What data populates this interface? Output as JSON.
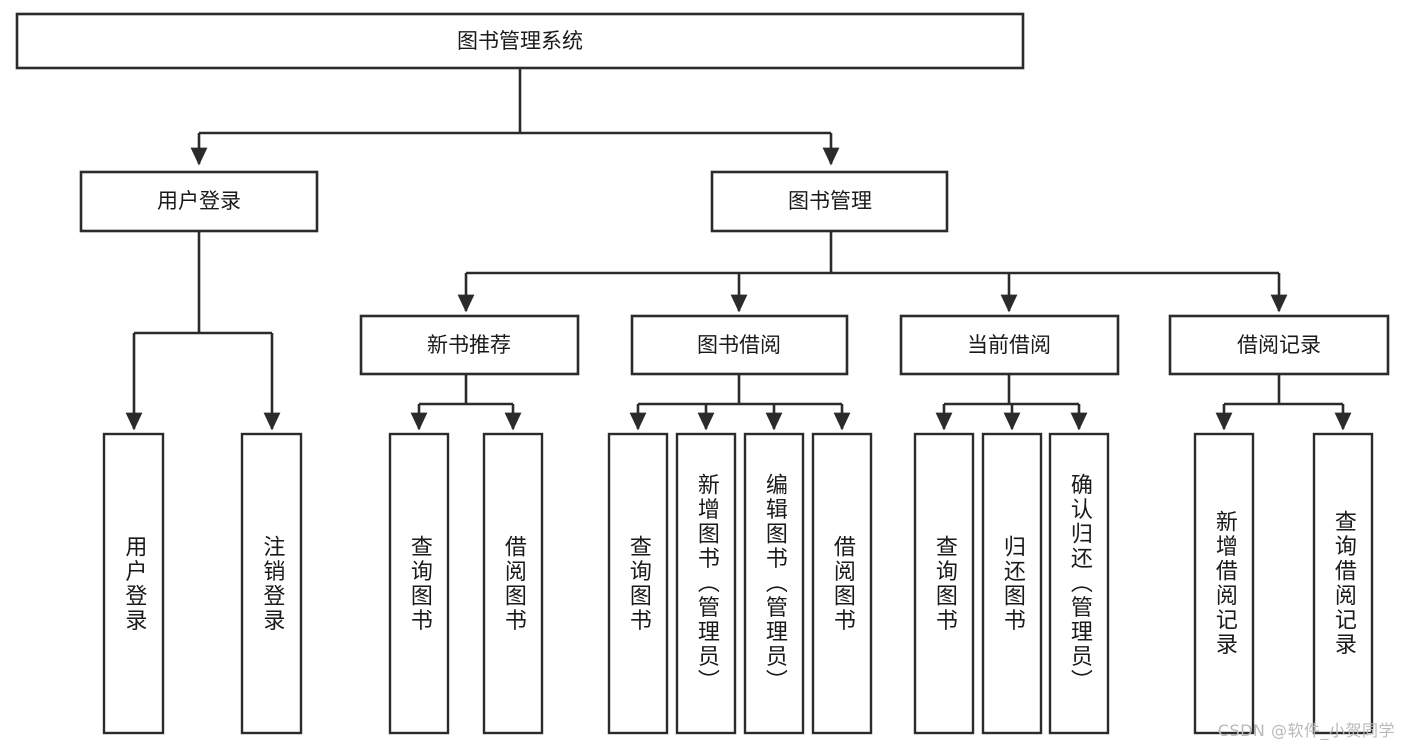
{
  "diagram": {
    "type": "tree-hierarchy",
    "title": "图书管理系统",
    "orientation": "top-down",
    "watermark": "CSDN @软件_小贺同学",
    "colors": {
      "box_stroke": "#2b2b2b",
      "box_fill": "#ffffff",
      "connector": "#2b2b2b",
      "text": "#1a1a1a",
      "watermark": "#b9b9b9",
      "background": "#ffffff"
    },
    "levels": {
      "root": "图书管理系统",
      "level2": [
        "用户登录",
        "图书管理"
      ],
      "level3": [
        "新书推荐",
        "图书借阅",
        "当前借阅",
        "借阅记录"
      ],
      "leaves": [
        "用户登录",
        "注销登录",
        "查询图书",
        "借阅图书",
        "查询图书",
        "新增图书（管理员）",
        "编辑图书（管理员）",
        "借阅图书",
        "查询图书",
        "归还图书",
        "确认归还（管理员）",
        "新增借阅记录",
        "查询借阅记录"
      ]
    },
    "nodes": {
      "root": {
        "label": "图书管理系统"
      },
      "user_login": {
        "label": "用户登录"
      },
      "book_manage": {
        "label": "图书管理"
      },
      "new_book_rec": {
        "label": "新书推荐"
      },
      "book_borrow": {
        "label": "图书借阅"
      },
      "current_borrow": {
        "label": "当前借阅"
      },
      "borrow_record": {
        "label": "借阅记录"
      },
      "leaf_user_login": {
        "label": "用户登录"
      },
      "leaf_logout": {
        "label": "注销登录"
      },
      "leaf_query_book_1": {
        "label": "查询图书"
      },
      "leaf_borrow_book_1": {
        "label": "借阅图书"
      },
      "leaf_query_book_2": {
        "label": "查询图书"
      },
      "leaf_add_book_admin": {
        "label": "新增图书（管理员）"
      },
      "leaf_edit_book_admin": {
        "label": "编辑图书（管理员）"
      },
      "leaf_borrow_book_2": {
        "label": "借阅图书"
      },
      "leaf_query_book_3": {
        "label": "查询图书"
      },
      "leaf_return_book": {
        "label": "归还图书"
      },
      "leaf_confirm_return_admin": {
        "label": "确认归还（管理员）"
      },
      "leaf_add_borrow_record": {
        "label": "新增借阅记录"
      },
      "leaf_query_borrow_record": {
        "label": "查询借阅记录"
      }
    }
  }
}
